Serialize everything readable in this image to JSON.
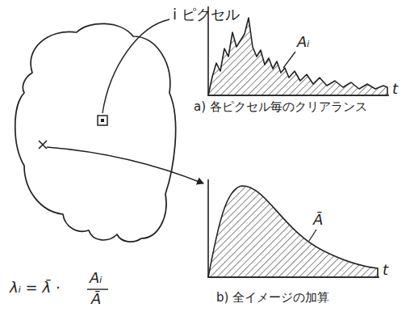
{
  "diagram": {
    "labels": [
      "i ピクセル",
      "Aᵢ",
      "t",
      "a) 各ピクセル毎のクリアランス",
      "Ā",
      "t",
      "b) 全イメージの加算",
      "λᵢ = λ̄ ·",
      "Aᵢ",
      "Ā"
    ]
  }
}
